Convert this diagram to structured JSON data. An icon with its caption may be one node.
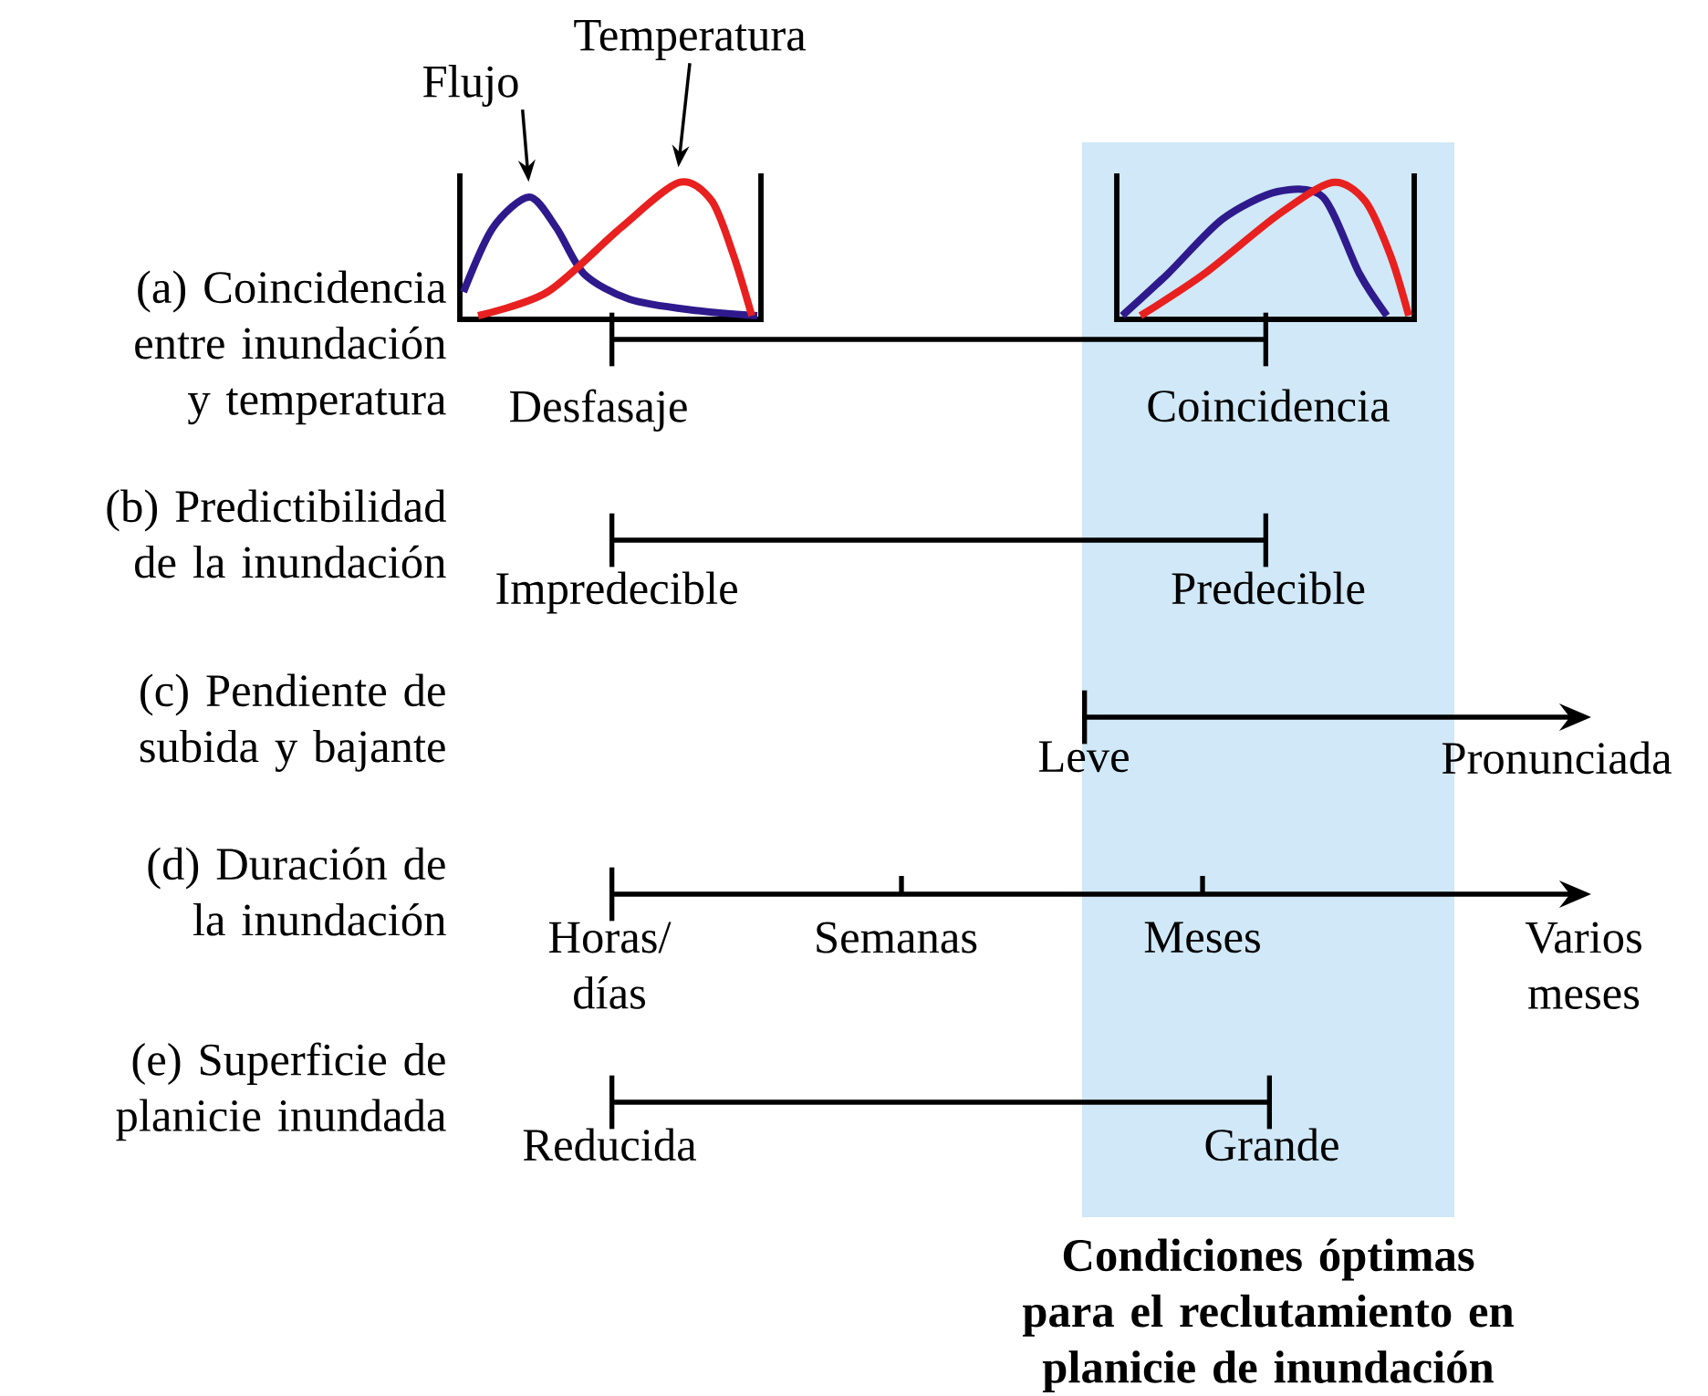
{
  "diagram": {
    "nodes": [
      {
        "text": [
          "Flujo"
        ]
      },
      {
        "text": [
          "Temperatura"
        ]
      },
      {
        "text": [
          "Condiciones óptimas para el reclutamiento en planicie de inundación"
        ]
      },
      {
        "text": [],
        "shape": "curve"
      },
      {
        "text": [],
        "shape": "curve"
      }
    ],
    "edges": [
      {
        "from": 0,
        "to": 3,
        "arrow": "to"
      },
      {
        "from": 1,
        "to": 4,
        "arrow": "to"
      }
    ],
    "labels": [
      "(a) Coincidencia entre inundación y temperatura",
      "Desfasaje",
      "Coincidencia",
      "(b) Predictibilidad de la inundación",
      "Impredecible",
      "Predecible",
      "(c) Pendiente de subida y bajante",
      "Leve",
      "Pronunciada",
      "(d) Duración de la inundación",
      "Horas/ días",
      "Semanas",
      "Meses",
      "Varios meses",
      "(e) Superficie de planicie inundada",
      "Reducida",
      "Grande"
    ]
  }
}
